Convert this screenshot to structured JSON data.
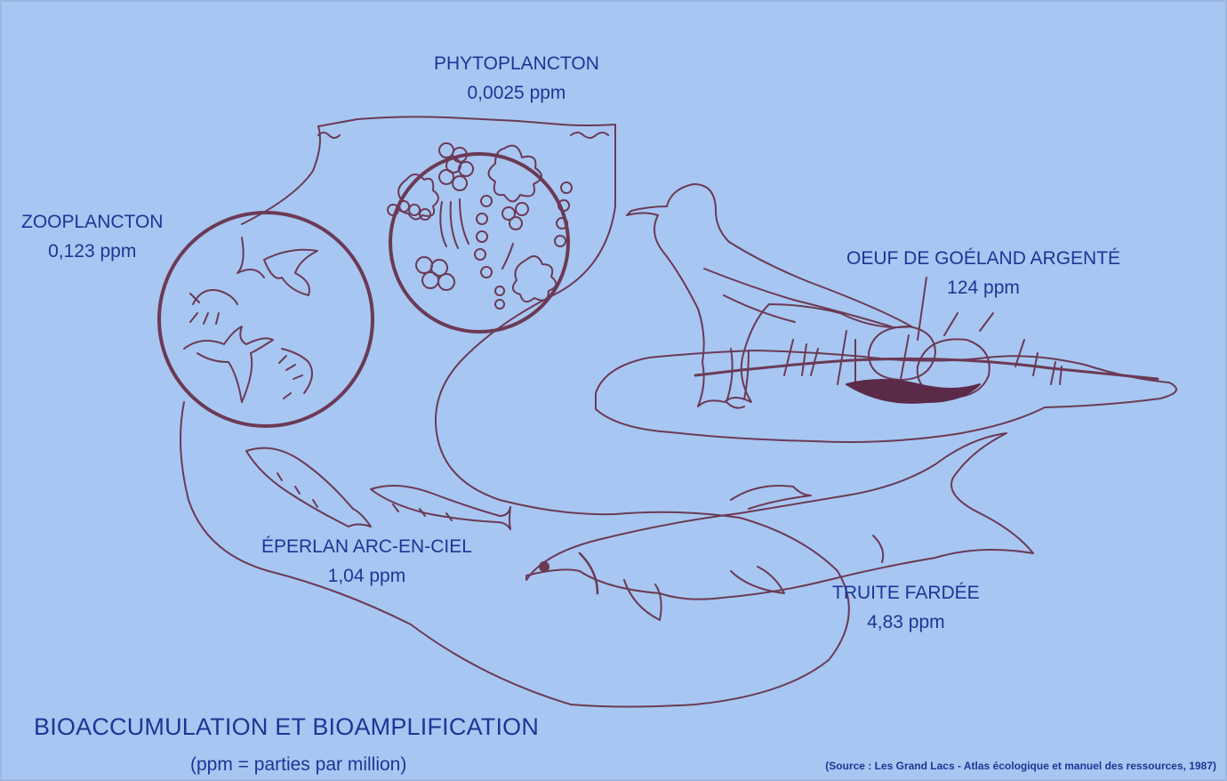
{
  "title": "BIOACCUMULATION ET BIOAMPLIFICATION",
  "subtitle": "(ppm = parties par million)",
  "source": "(Source : Les Grand Lacs - Atlas écologique et manuel des ressources, 1987)",
  "colors": {
    "background": "#a8c6f2",
    "line": "#6b3a55",
    "text": "#1e3596",
    "shadow": "#5a2a48"
  },
  "organisms": {
    "phytoplancton": {
      "name": "PHYTOPLANCTON",
      "value": "0,0025 ppm",
      "icon": "phytoplankton-icon"
    },
    "zooplancton": {
      "name": "ZOOPLANCTON",
      "value": "0,123 ppm",
      "icon": "zooplankton-icon"
    },
    "eperlan": {
      "name": "ÉPERLAN ARC-EN-CIEL",
      "value": "1,04 ppm",
      "icon": "smelt-fish-icon"
    },
    "truite": {
      "name": "TRUITE FARDÉE",
      "value": "4,83 ppm",
      "icon": "trout-fish-icon"
    },
    "goeland": {
      "name": "OEUF DE GOÉLAND ARGENTÉ",
      "value": "124 ppm",
      "icon": "gull-nest-icon"
    }
  }
}
